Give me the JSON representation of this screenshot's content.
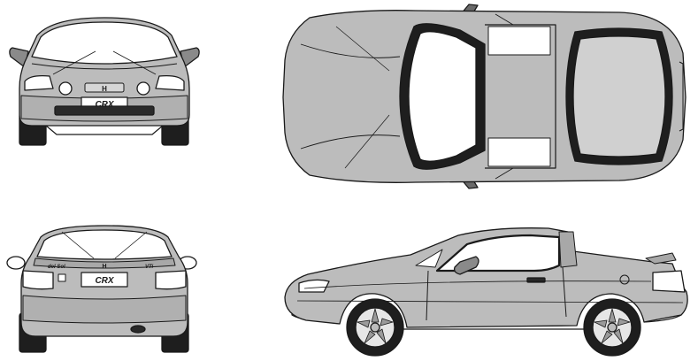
{
  "drawing": {
    "views": [
      {
        "id": "front",
        "plate": "CRX",
        "emblem": "H"
      },
      {
        "id": "top"
      },
      {
        "id": "rear",
        "plate": "CRX",
        "emblem": "H",
        "badge_left": "del Sol",
        "badge_right": "VTi"
      },
      {
        "id": "side"
      }
    ]
  },
  "colors": {
    "body": "#bcbcbc",
    "outline": "#1a1a1a",
    "glass": "#ffffff",
    "tire": "#1e1e1e",
    "rim": "#e6e6e6"
  }
}
